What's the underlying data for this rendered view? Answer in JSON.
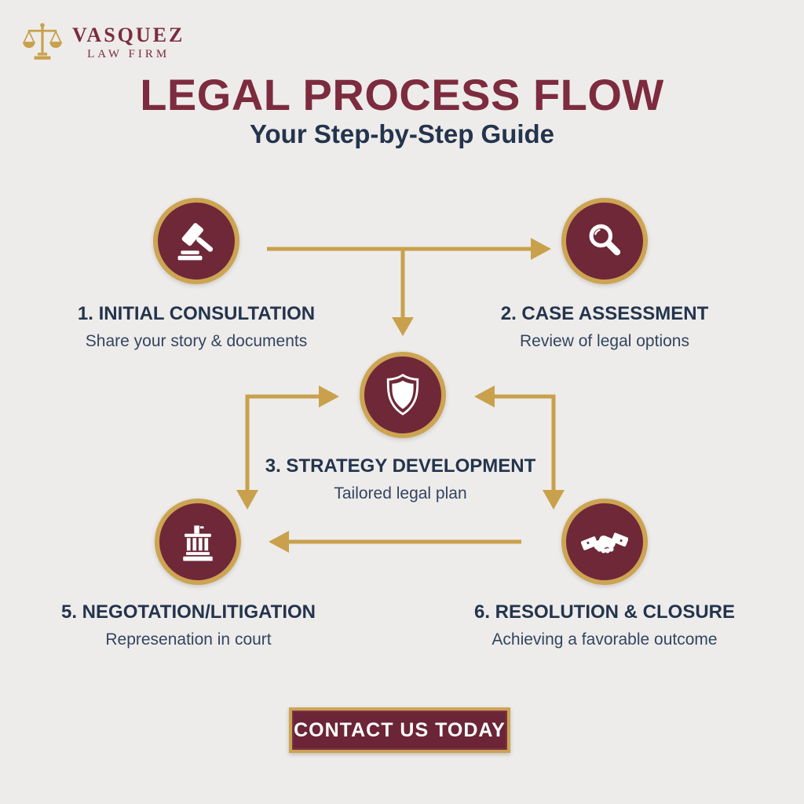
{
  "brand": {
    "line1": "VASQUEZ",
    "line2": "LAW FIRM",
    "logo_icon": "scales-of-justice-icon"
  },
  "header": {
    "title": "LEGAL PROCESS FLOW",
    "subtitle": "Your Step-by-Step Guide"
  },
  "steps": [
    {
      "title": "1. INITIAL CONSULTATION",
      "subtitle": "Share your story & documents",
      "icon": "gavel-icon"
    },
    {
      "title": "2. CASE ASSESSMENT",
      "subtitle": "Review of legal options",
      "icon": "magnifying-glass-icon"
    },
    {
      "title": "3. STRATEGY DEVELOPMENT",
      "subtitle": "Tailored legal plan",
      "icon": "shield-icon"
    },
    {
      "title": "5. NEGOTATION/LITIGATION",
      "subtitle": "Represenation in court",
      "icon": "courthouse-icon"
    },
    {
      "title": "6. RESOLUTION & CLOSURE",
      "subtitle": "Achieving a favorable outcome",
      "icon": "handshake-icon"
    }
  ],
  "cta": {
    "label": "CONTACT US TODAY"
  },
  "colors": {
    "background": "#edecea",
    "maroon_circle": "#6e2838",
    "maroon_title": "#7d2b3e",
    "gold": "#cda452",
    "arrow_gold": "#c9a14c",
    "navy_text": "#24344d",
    "button_maroon": "#6b2537",
    "icon_white": "#ffffff"
  }
}
